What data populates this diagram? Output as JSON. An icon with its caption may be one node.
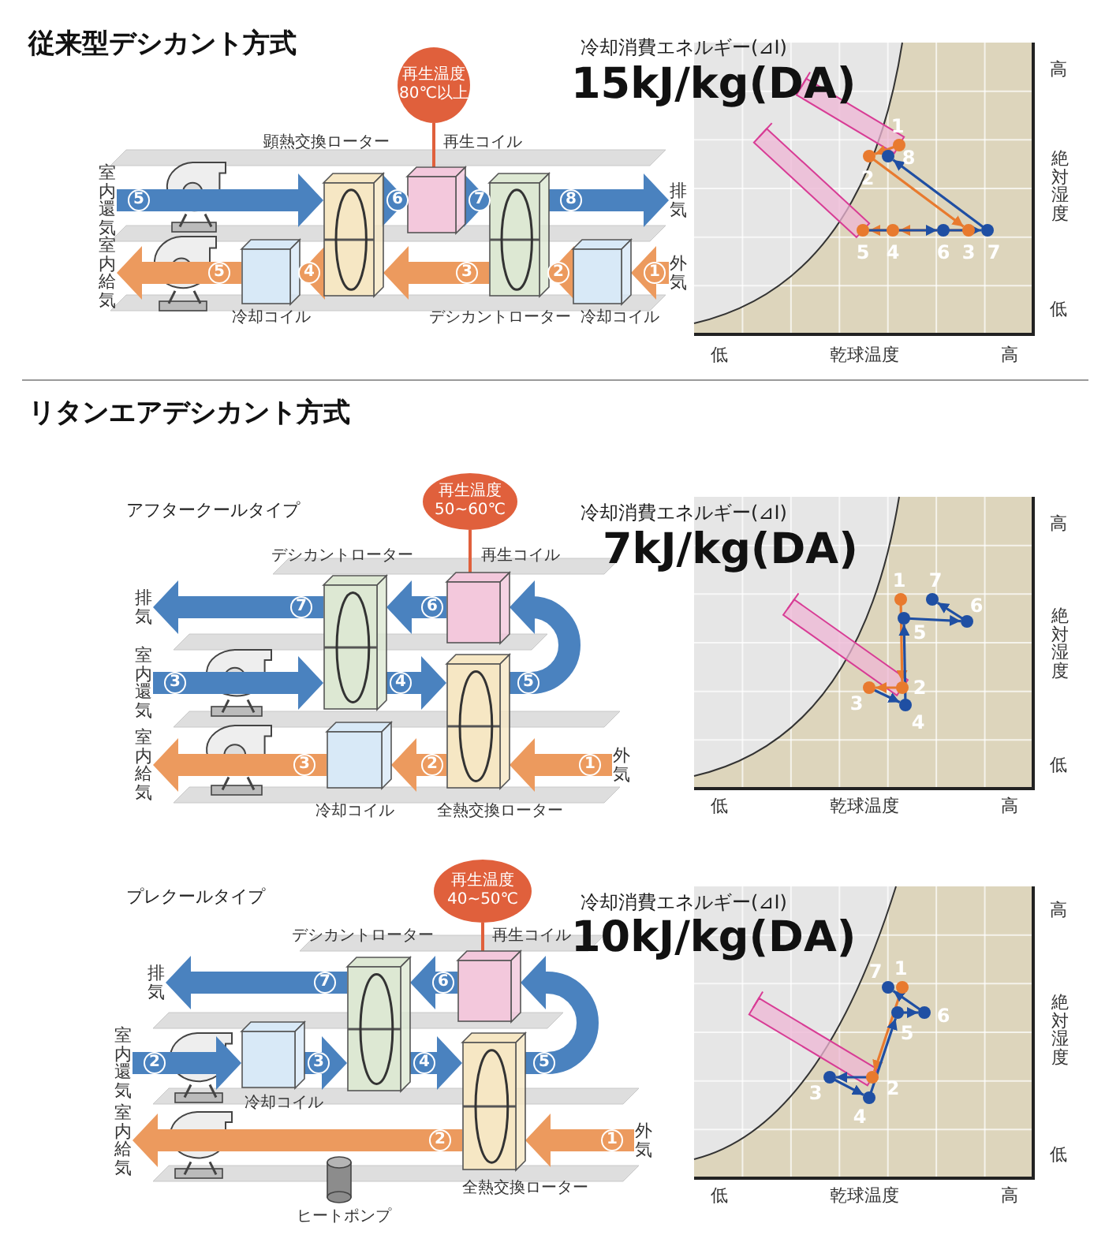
{
  "diagram": {
    "nodes": [
      {
        "text": [
          "再生温度 80℃以上"
        ]
      },
      {
        "text": [
          "室内還気"
        ]
      },
      {
        "text": [
          "顕熱交換ローター"
        ]
      },
      {
        "text": [
          "再生コイル"
        ]
      },
      {
        "text": [
          "デシカントローター"
        ]
      },
      {
        "text": [
          "排気"
        ]
      },
      {
        "text": [
          "室内給気"
        ]
      },
      {
        "text": [
          "冷却コイル"
        ]
      },
      {
        "text": [
          "冷却コイル"
        ]
      },
      {
        "text": [
          "外気"
        ]
      },
      {
        "text": [
          "再生温度 50~60℃"
        ]
      },
      {
        "text": [
          "デシカントローター"
        ]
      },
      {
        "text": [
          "再生コイル"
        ]
      },
      {
        "text": [
          "排気"
        ]
      },
      {
        "text": [
          "室内還気"
        ]
      },
      {
        "text": [
          "全熱交換ローター"
        ]
      },
      {
        "text": [
          "室内給気"
        ]
      },
      {
        "text": [
          "冷却コイル"
        ]
      },
      {
        "text": [
          "外気"
        ]
      },
      {
        "text": [
          "再生温度 40~50℃"
        ]
      },
      {
        "text": [
          "デシカントローター"
        ]
      },
      {
        "text": [
          "再生コイル"
        ]
      },
      {
        "text": [
          "排気"
        ]
      },
      {
        "text": [
          "室内還気"
        ]
      },
      {
        "text": [
          "冷却コイル"
        ]
      },
      {
        "text": [
          "全熱交換ローター"
        ]
      },
      {
        "text": [
          "室内給気"
        ]
      },
      {
        "text": [
          "ヒートポンプ"
        ]
      },
      {
        "text": [
          "外気"
        ]
      }
    ],
    "edges": [
      {
        "from": 0,
        "to": 3,
        "arrow": "none",
        "color": "#e0603c"
      },
      {
        "from": 1,
        "to": 2,
        "arrow": "to",
        "label": "5"
      },
      {
        "from": 2,
        "to": 3,
        "arrow": "to",
        "label": "6"
      },
      {
        "from": 3,
        "to": 4,
        "arrow": "to",
        "label": "7"
      },
      {
        "from": 4,
        "to": 5,
        "arrow": "to",
        "label": "8"
      },
      {
        "from": 9,
        "to": 8,
        "arrow": "to",
        "label": "1",
        "color": "#ec9a5e"
      },
      {
        "from": 8,
        "to": 4,
        "arrow": "to",
        "label": "2",
        "color": "#ec9a5e"
      },
      {
        "from": 4,
        "to": 2,
        "arrow": "to",
        "label": "3",
        "color": "#ec9a5e"
      },
      {
        "from": 2,
        "to": 7,
        "arrow": "to",
        "label": "4",
        "color": "#ec9a5e"
      },
      {
        "from": 7,
        "to": 6,
        "arrow": "to",
        "label": "5",
        "color": "#ec9a5e"
      },
      {
        "from": 10,
        "to": 12,
        "arrow": "none",
        "color": "#e0603c"
      },
      {
        "from": 14,
        "to": 11,
        "arrow": "to",
        "label": "3"
      },
      {
        "from": 11,
        "to": 15,
        "arrow": "to",
        "label": "4"
      },
      {
        "from": 15,
        "to": 12,
        "arrow": "to",
        "label": "5"
      },
      {
        "from": 12,
        "to": 11,
        "arrow": "to",
        "label": "6"
      },
      {
        "from": 11,
        "to": 13,
        "arrow": "to",
        "label": "7"
      },
      {
        "from": 18,
        "to": 15,
        "arrow": "to",
        "label": "1",
        "color": "#ec9a5e"
      },
      {
        "from": 15,
        "to": 17,
        "arrow": "to",
        "label": "2",
        "color": "#ec9a5e"
      },
      {
        "from": 17,
        "to": 16,
        "arrow": "to",
        "label": "3",
        "color": "#ec9a5e"
      },
      {
        "from": 19,
        "to": 21,
        "arrow": "none",
        "color": "#e0603c"
      },
      {
        "from": 23,
        "to": 24,
        "arrow": "to",
        "label": "2"
      },
      {
        "from": 24,
        "to": 20,
        "arrow": "to",
        "label": "3"
      },
      {
        "from": 20,
        "to": 25,
        "arrow": "to",
        "label": "4"
      },
      {
        "from": 25,
        "to": 21,
        "arrow": "to",
        "label": "5"
      },
      {
        "from": 21,
        "to": 20,
        "arrow": "to",
        "label": "6"
      },
      {
        "from": 20,
        "to": 22,
        "arrow": "to",
        "label": "7"
      },
      {
        "from": 28,
        "to": 25,
        "arrow": "to",
        "label": "1",
        "color": "#ec9a5e"
      },
      {
        "from": 25,
        "to": 26,
        "arrow": "to",
        "label": "2",
        "color": "#ec9a5e"
      }
    ],
    "labels": [
      "従来型デシカント方式",
      "冷却消費エネルギー(⊿I)",
      "15kJ/kg(DA)",
      "1",
      "8",
      "2",
      "5",
      "4",
      "6",
      "3",
      "7",
      "高",
      "絶対湿度",
      "低",
      "低",
      "乾球温度",
      "高",
      "リタンエアデシカント方式",
      "アフタークールタイプ",
      "冷却消費エネルギー(⊿I)",
      "7kJ/kg(DA)",
      "1",
      "7",
      "6",
      "5",
      "2",
      "3",
      "4",
      "高",
      "絶対湿度",
      "低",
      "低",
      "乾球温度",
      "高",
      "プレクールタイプ",
      "冷却消費エネルギー(⊿I)",
      "10kJ/kg(DA)",
      "7",
      "1",
      "6",
      "5",
      "3",
      "2",
      "4",
      "高",
      "絶対湿度",
      "低",
      "低",
      "乾球温度",
      "高"
    ]
  }
}
